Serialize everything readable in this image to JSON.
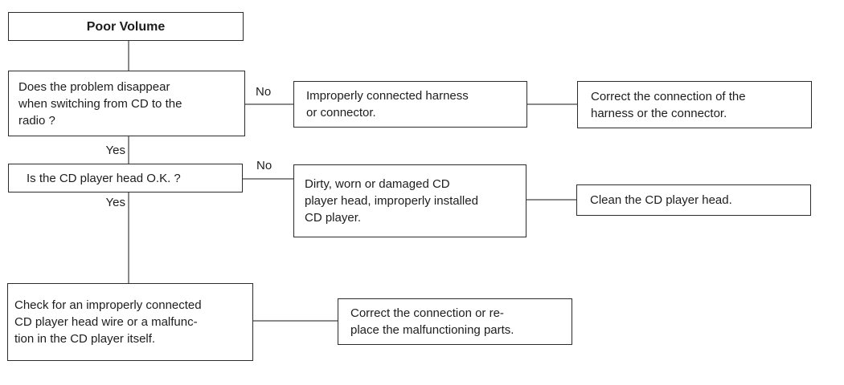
{
  "flowchart": {
    "title": "Poor Volume",
    "yes_label": "Yes",
    "no_label": "No",
    "colors": {
      "background": "#ffffff",
      "box_border": "#2b2b2b",
      "connector": "#8a8a8a",
      "text": "#1d1d1d"
    },
    "nodes": {
      "start": {
        "lines": [
          "Poor Volume"
        ]
      },
      "q1": {
        "lines": [
          "Does the problem disappear",
          "when switching from CD to the",
          "radio ?"
        ]
      },
      "cause1": {
        "lines": [
          "Improperly connected harness",
          "or connector."
        ]
      },
      "fix1": {
        "lines": [
          "Correct the connection of the",
          "harness or the connector."
        ]
      },
      "q2": {
        "lines": [
          "Is the CD player head O.K. ?"
        ]
      },
      "cause2": {
        "lines": [
          "Dirty, worn or damaged CD",
          "player head, improperly installed",
          "CD player."
        ]
      },
      "fix2": {
        "lines": [
          "Clean the CD player head."
        ]
      },
      "check": {
        "lines": [
          "Check for an improperly connected",
          "CD player head wire or a malfunc-",
          "tion in the CD player itself."
        ]
      },
      "fix3": {
        "lines": [
          "Correct the connection or re-",
          "place the malfunctioning parts."
        ]
      }
    }
  }
}
